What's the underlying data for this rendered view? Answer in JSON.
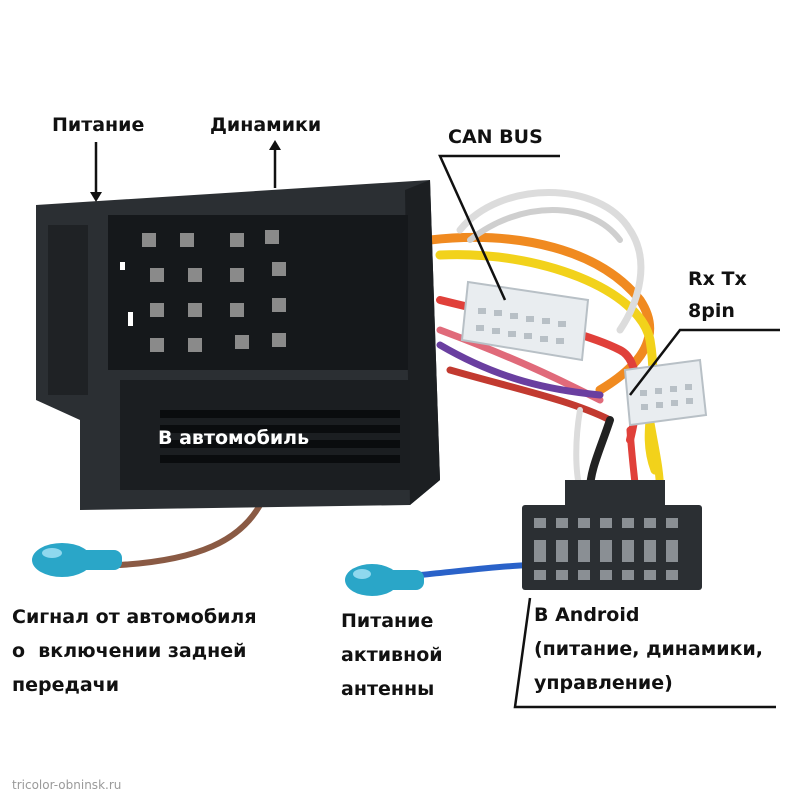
{
  "labels": {
    "power": "Питание",
    "speakers": "Динамики",
    "can_bus": "CAN BUS",
    "rxtx_line1": "Rx Tx",
    "rxtx_line2": "8pin",
    "to_car": "В автомобиль",
    "reverse_signal": [
      "Сигнал от автомобиля",
      "о  включении задней",
      "передачи"
    ],
    "antenna_power": [
      "Питание",
      "активной",
      "антенны"
    ],
    "to_android": [
      "В Android",
      "(питание, динамики,",
      "управление)"
    ]
  },
  "watermark": "tricolor-obninsk.ru",
  "colors": {
    "connector_body": "#2b2f33",
    "connector_dark": "#15181b",
    "white_plug": "#e9edf0",
    "wire_blue": "#2a62c9",
    "wire_brown": "#8a5a44",
    "wire_orange": "#f08a20",
    "wire_yellow": "#f2d21b",
    "wire_red": "#e0403a",
    "wire_purple": "#6a3fa0",
    "wire_white": "#dcdcdc",
    "cap_teal": "#2aa6c8"
  }
}
